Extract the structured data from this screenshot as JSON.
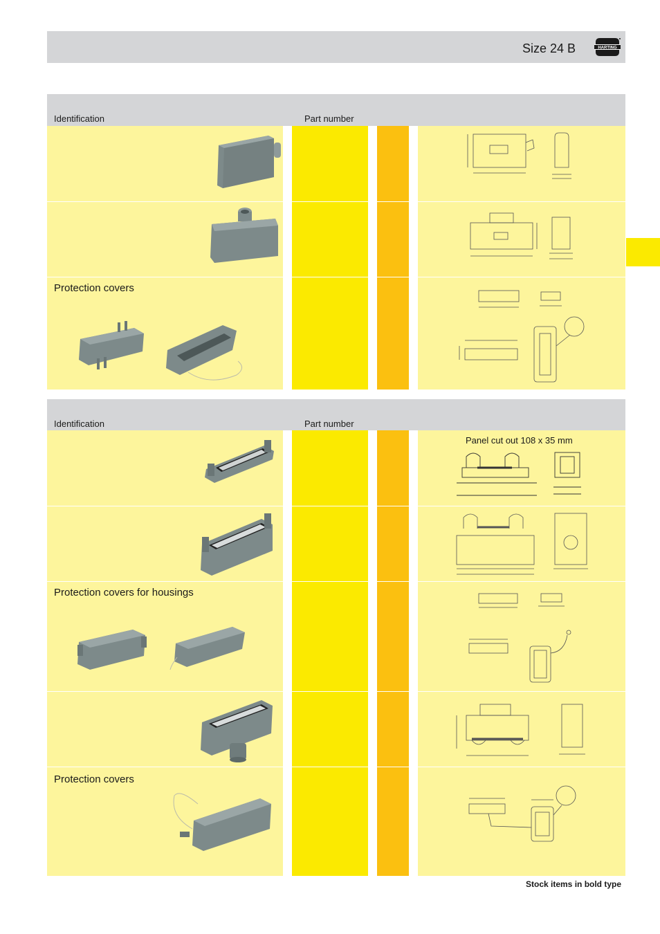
{
  "header": {
    "title": "Size 24 B",
    "logo_text": "HARTING"
  },
  "table1": {
    "col_identification": "Identification",
    "col_part_number": "Part number",
    "rows": [
      {
        "title": ""
      },
      {
        "title": ""
      },
      {
        "title": "Protection covers"
      }
    ]
  },
  "table2": {
    "col_identification": "Identification",
    "col_part_number": "Part number",
    "panel_cutout": "Panel cut out 108 x 35 mm",
    "rows": [
      {
        "title": ""
      },
      {
        "title": ""
      },
      {
        "title": "Protection covers for housings"
      },
      {
        "title": ""
      },
      {
        "title": "Protection covers"
      }
    ]
  },
  "footer": {
    "note": "Stock items in bold type"
  },
  "colors": {
    "header_grey": "#d4d5d7",
    "pale_yellow": "#fdf59c",
    "yellow": "#fbea00",
    "orange": "#fbc010"
  }
}
